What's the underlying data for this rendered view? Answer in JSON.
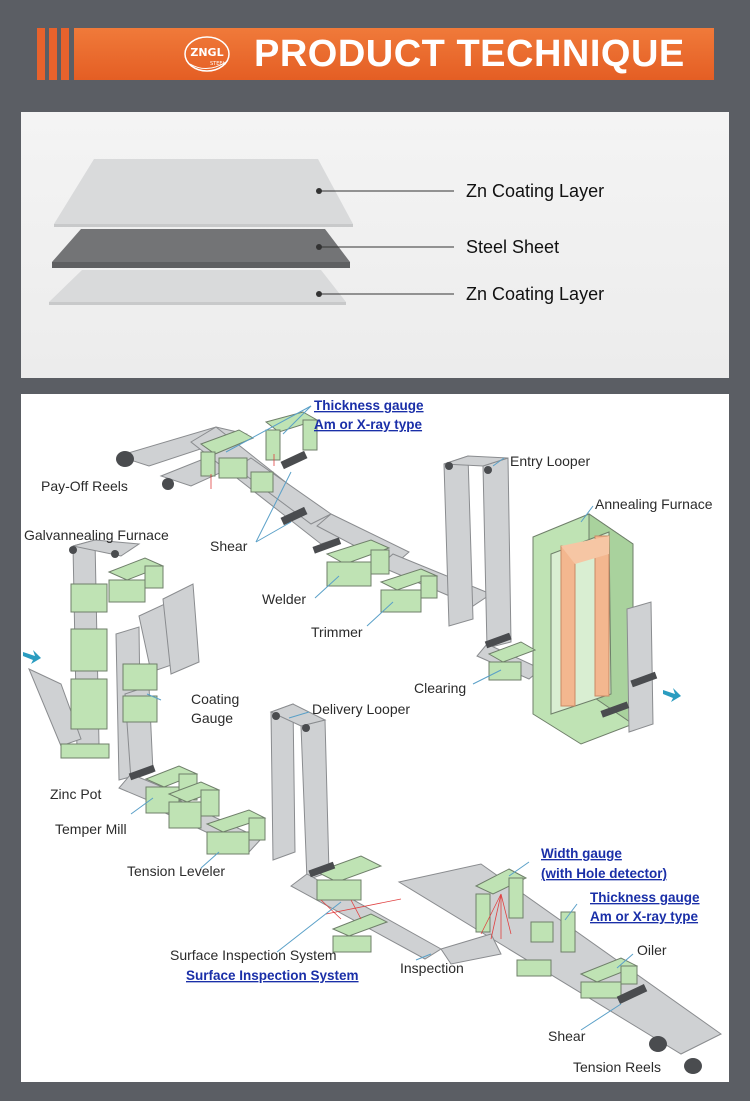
{
  "banner": {
    "title": "PRODUCT TECHNIQUE",
    "logo_text": "ZNGL",
    "logo_sub": "STEEL",
    "accent": "#e8622c"
  },
  "layers": [
    {
      "label": "Zn Coating Layer"
    },
    {
      "label": "Steel Sheet"
    },
    {
      "label": "Zn Coating Layer"
    }
  ],
  "diagram": {
    "thickness_gauge_top": "Thickness gauge",
    "thickness_gauge_top_type": "Am or X-ray type",
    "payoff_reels": "Pay-Off Reels",
    "entry_looper": "Entry Looper",
    "annealing_furnace": "Annealing Furnace",
    "galvannealing_furnace": "Galvannealing Furnace",
    "shear_top": "Shear",
    "welder": "Welder",
    "trimmer": "Trimmer",
    "clearing": "Clearing",
    "coating_gauge_1": "Coating",
    "coating_gauge_2": "Gauge",
    "delivery_looper": "Delivery Looper",
    "zinc_pot": "Zinc Pot",
    "temper_mill": "Temper Mill",
    "tension_leveler": "Tension Leveler",
    "width_gauge": "Width gauge",
    "width_gauge_detail": "(with Hole detector)",
    "thickness_gauge_bottom": "Thickness gauge",
    "thickness_gauge_bottom_type": "Am or X-ray type",
    "oiler": "Oiler",
    "surface_inspection": "Surface Inspection System",
    "surface_inspection_link": "Surface Inspection System",
    "inspection": "Inspection",
    "shear_bottom": "Shear",
    "tension_reels": "Tension Reels"
  },
  "colors": {
    "machine_green": "#bfe3b4",
    "strip_gray": "#cfd1d3",
    "furnace_orange": "#f3b78f",
    "label_blue": "#1a2fa8",
    "arrow_cyan": "#2a9cc0"
  }
}
